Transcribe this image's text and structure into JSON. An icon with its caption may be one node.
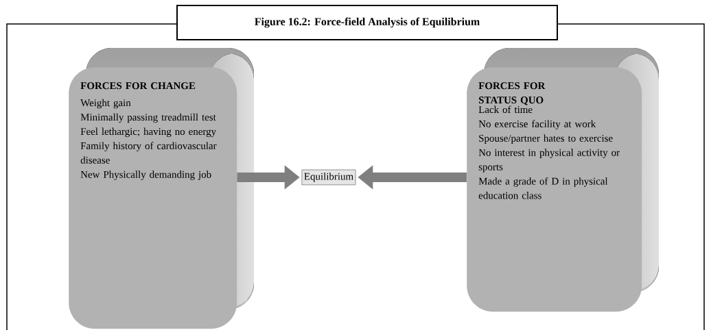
{
  "diagram": {
    "title": "Figure 16.2: Force-field Analysis of Equilibrium",
    "nodes": [
      {
        "text": [
          "FORCES FOR CHANGE",
          "Weight gain",
          "Minimally passing treadmill test",
          "Feel lethargic; having no energy",
          "Family history of cardiovascular disease",
          "New Physically demanding job"
        ]
      },
      {
        "text": [
          "Equilibrium"
        ]
      },
      {
        "text": [
          "FORCES FOR STATUS QUO",
          "Lack of time",
          "No exercise facility at work",
          "Spouse/partner hates to exercise",
          "No interest in physical activity or sports",
          "Made a grade of D in physical education class"
        ]
      }
    ],
    "edges": [
      {
        "from": 0,
        "to": 1,
        "arrow": "to"
      },
      {
        "from": 2,
        "to": 1,
        "arrow": "to"
      }
    ]
  }
}
